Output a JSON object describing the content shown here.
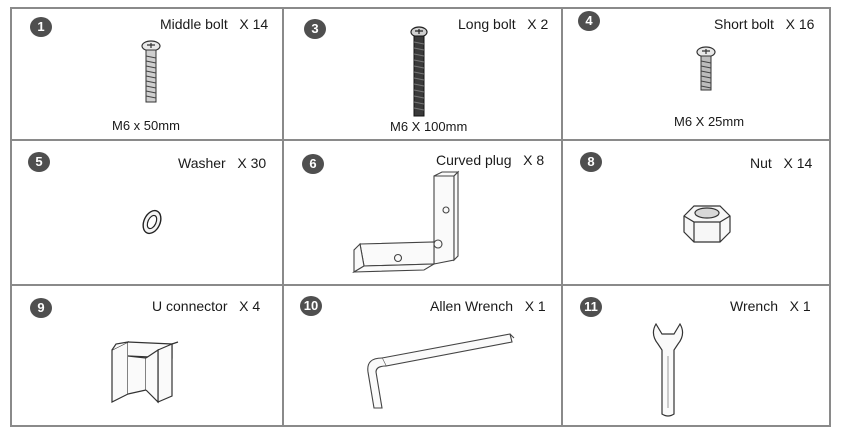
{
  "parts": [
    {
      "number": "1",
      "name": "Middle bolt",
      "qty": "X 14",
      "spec": "M6 x 50mm",
      "icon": "middle-bolt-icon"
    },
    {
      "number": "3",
      "name": "Long bolt",
      "qty": "X 2",
      "spec": "M6 X 100mm",
      "icon": "long-bolt-icon"
    },
    {
      "number": "4",
      "name": "Short bolt",
      "qty": "X 16",
      "spec": "M6 X 25mm",
      "icon": "short-bolt-icon"
    },
    {
      "number": "5",
      "name": "Washer",
      "qty": "X 30",
      "icon": "washer-icon"
    },
    {
      "number": "6",
      "name": "Curved plug",
      "qty": "X 8",
      "icon": "curved-plug-icon"
    },
    {
      "number": "8",
      "name": "Nut",
      "qty": "X 14",
      "icon": "nut-icon"
    },
    {
      "number": "9",
      "name": "U connector",
      "qty": "X 4",
      "icon": "u-connector-icon"
    },
    {
      "number": "10",
      "name": "Allen Wrench",
      "qty": "X 1",
      "icon": "allen-wrench-icon"
    },
    {
      "number": "11",
      "name": "Wrench",
      "qty": "X 1",
      "icon": "wrench-icon"
    }
  ],
  "colors": {
    "border": "#8a8a8a",
    "badge": "#4f4f4f"
  }
}
